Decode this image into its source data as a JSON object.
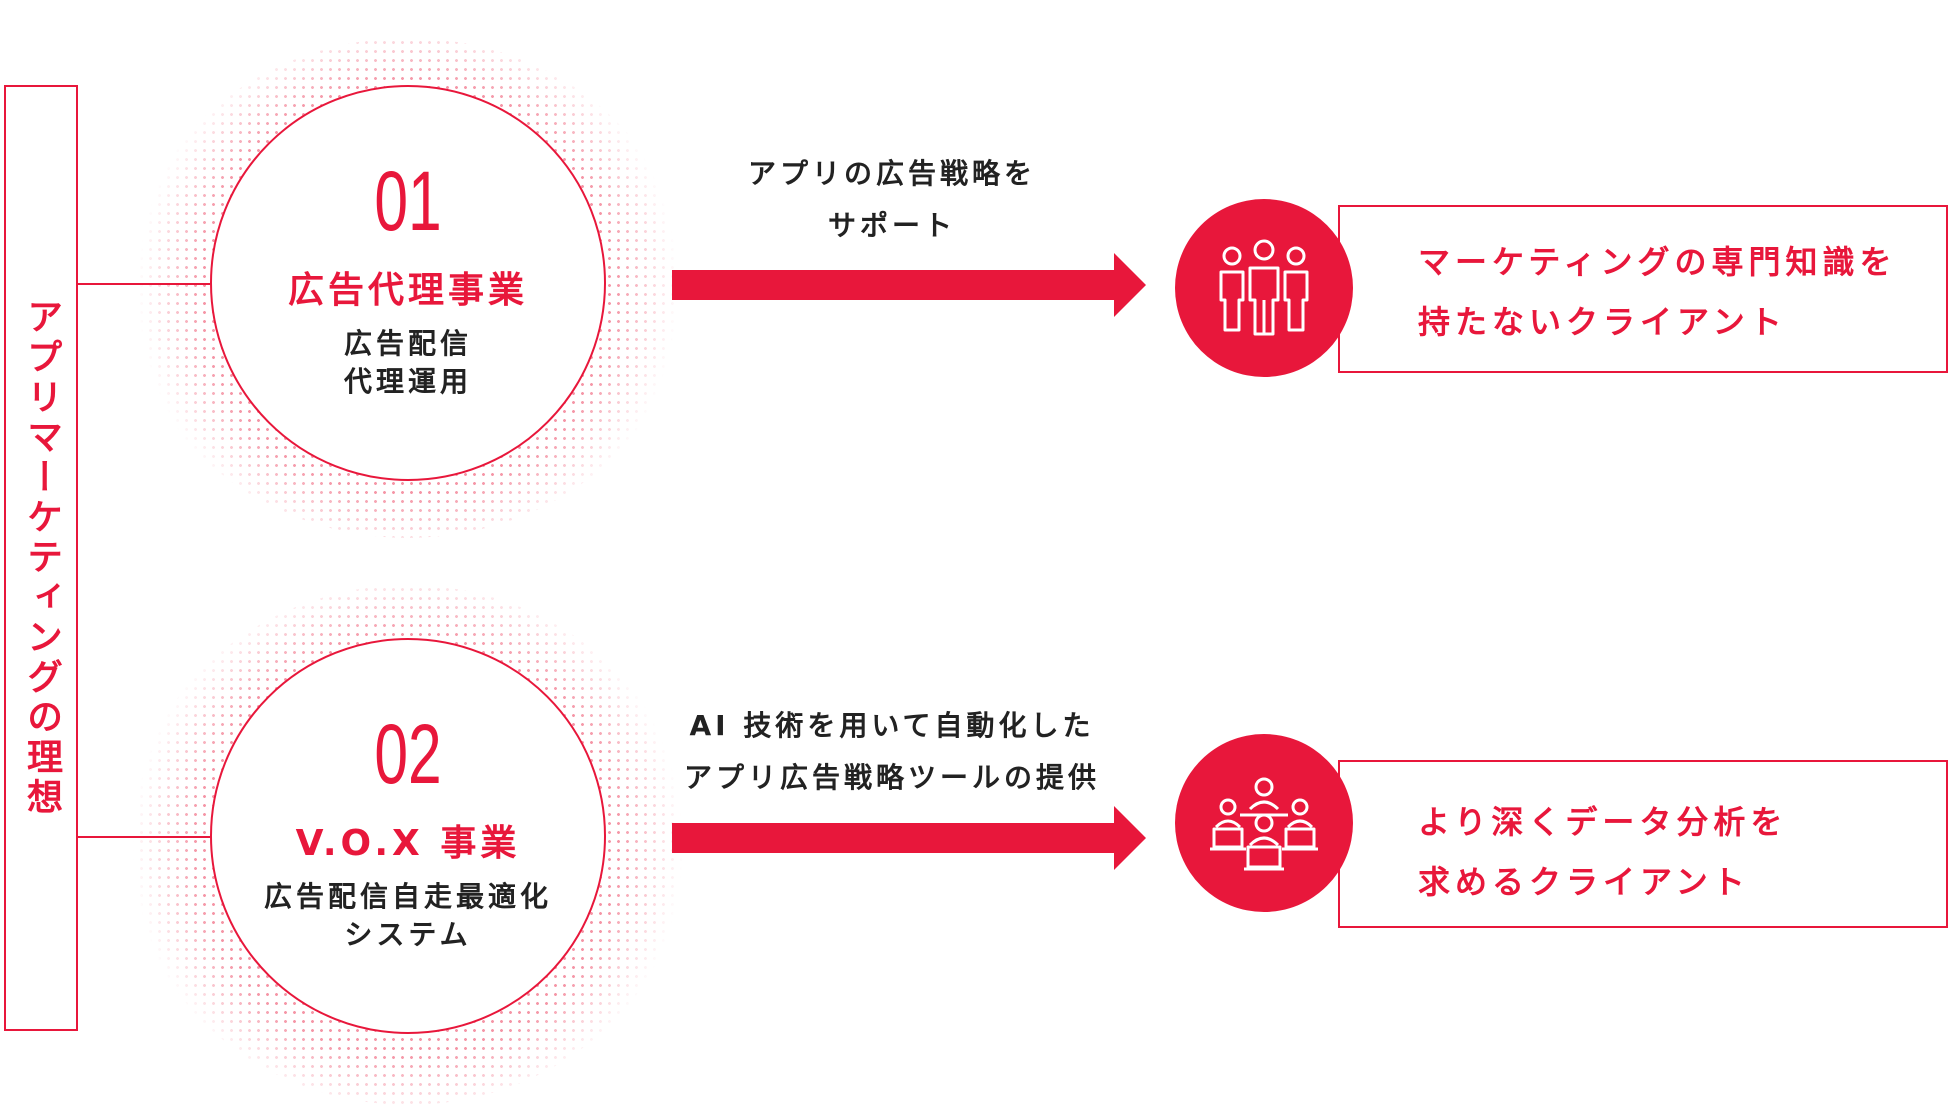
{
  "sidebar_title": "アプリマーケティングの理想",
  "colors": {
    "accent": "#e8173b",
    "text": "#222222",
    "background": "#ffffff"
  },
  "rows": [
    {
      "number": "01",
      "business_name": "広告代理事業",
      "description": [
        "広告配信",
        "代理運用"
      ],
      "arrow_label": [
        "アプリの広告戦略を",
        "サポート"
      ],
      "client_icon": "people-group-icon",
      "client_text": [
        "マーケティングの専門知識を",
        "持たないクライアント"
      ]
    },
    {
      "number": "02",
      "business_name": "V.O.X 事業",
      "description": [
        "広告配信自走最適化",
        "システム"
      ],
      "arrow_label": [
        "AI 技術を用いて自動化した",
        "アプリ広告戦略ツールの提供"
      ],
      "client_icon": "team-computers-icon",
      "client_text": [
        "より深くデータ分析を",
        "求めるクライアント"
      ]
    }
  ]
}
